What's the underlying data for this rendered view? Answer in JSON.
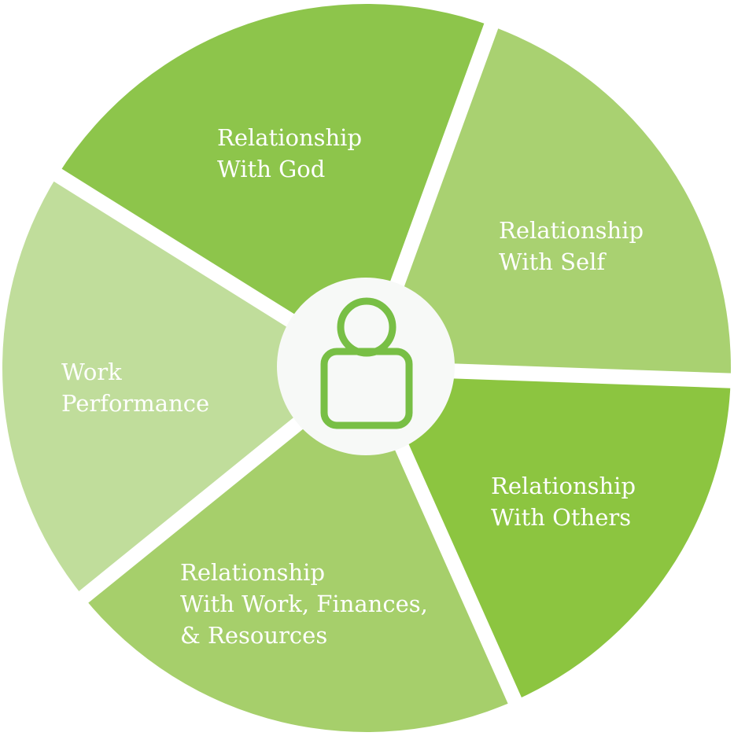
{
  "segments": [
    {
      "id": "god",
      "lines": [
        "Relationship",
        "With God"
      ],
      "color": "#8dc54b"
    },
    {
      "id": "self",
      "lines": [
        "Relationship",
        "With Self"
      ],
      "color": "#a9d171"
    },
    {
      "id": "others",
      "lines": [
        "Relationship",
        "With Others"
      ],
      "color": "#8cc540"
    },
    {
      "id": "work-finances",
      "lines": [
        "Relationship",
        "With Work, Finances,",
        "& Resources"
      ],
      "color": "#a6cf6b"
    },
    {
      "id": "work-performance",
      "lines": [
        "Work",
        "Performance"
      ],
      "color": "#c0dd9b"
    }
  ],
  "center": {
    "icon": "person-icon",
    "icon_color": "#78bf45",
    "background": "#f7f9f7"
  }
}
